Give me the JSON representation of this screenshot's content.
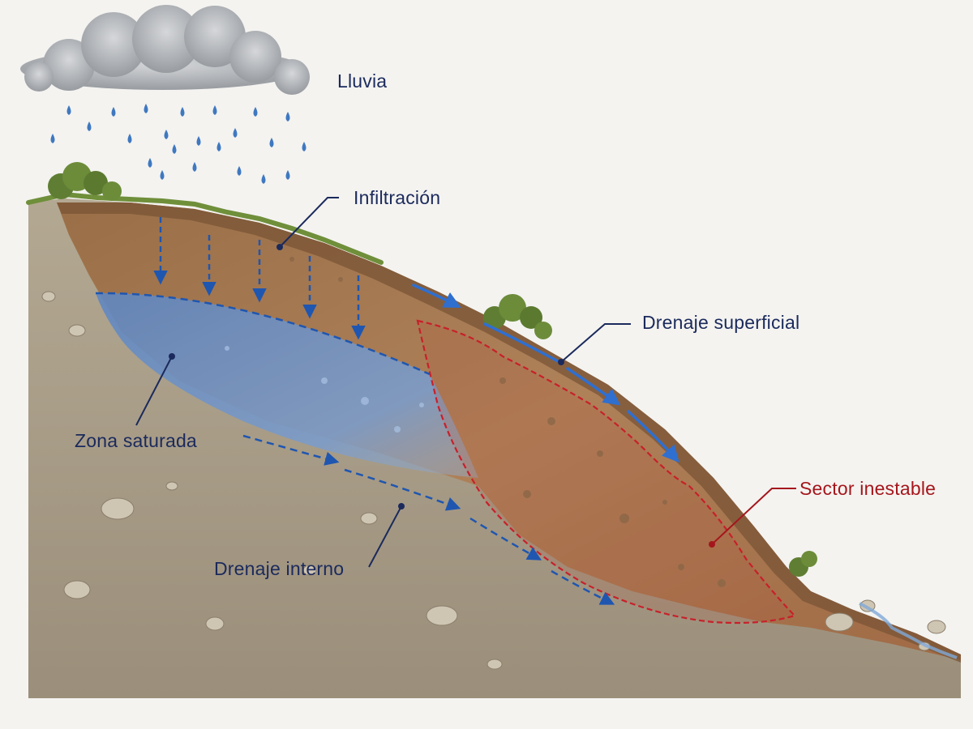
{
  "labels": {
    "rain": "Lluvia",
    "infiltration": "Infiltración",
    "surface_drainage": "Drenaje superficial",
    "saturated_zone": "Zona saturada",
    "unstable_sector": "Sector inestable",
    "internal_drainage": "Drenaje interno"
  },
  "colors": {
    "sky": "#f4f3f0",
    "bedrock": "#a89c88",
    "soil_layer": "#a97e57",
    "saturated_water": "#6d8fbf",
    "grass": "#6f8f3a",
    "cloud": "#a3a6ab",
    "rain_drop": "#3f78c0",
    "flow_arrow": "#1f56b0",
    "unstable_outline": "#c8202a",
    "label_text": "#1b2a5c",
    "unstable_label": "#a5161c"
  }
}
